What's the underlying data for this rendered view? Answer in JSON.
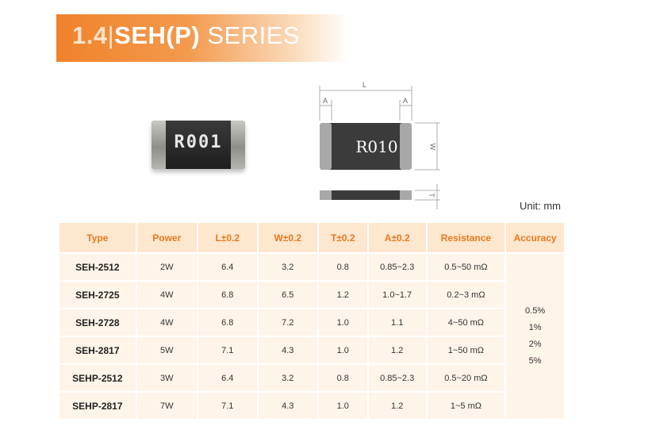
{
  "header": {
    "number": "1.4",
    "separator": "|",
    "series_bold": "SEH(P)",
    "series_rest": " SERIES",
    "accent_color": "#f0822a"
  },
  "photo": {
    "marking": "R001"
  },
  "diagram": {
    "marking": "R010",
    "label_length": "L",
    "label_a_left": "A",
    "label_a_right": "A",
    "label_width": "W",
    "label_thickness": "T"
  },
  "unit_text": "Unit: mm",
  "table": {
    "headers": [
      "Type",
      "Power",
      "L±0.2",
      "W±0.2",
      "T±0.2",
      "A±0.2",
      "Resistance",
      "Accuracy"
    ],
    "rows": [
      {
        "type": "SEH-2512",
        "power": "2W",
        "l": "6.4",
        "w": "3.2",
        "t": "0.8",
        "a": "0.85~2.3",
        "resistance": "0.5~50 mΩ"
      },
      {
        "type": "SEH-2725",
        "power": "4W",
        "l": "6.8",
        "w": "6.5",
        "t": "1.2",
        "a": "1.0~1.7",
        "resistance": "0.2~3 mΩ"
      },
      {
        "type": "SEH-2728",
        "power": "4W",
        "l": "6.8",
        "w": "7.2",
        "t": "1.0",
        "a": "1.1",
        "resistance": "4~50 mΩ"
      },
      {
        "type": "SEH-2817",
        "power": "5W",
        "l": "7.1",
        "w": "4.3",
        "t": "1.0",
        "a": "1.2",
        "resistance": "1~50 mΩ"
      },
      {
        "type": "SEHP-2512",
        "power": "3W",
        "l": "6.4",
        "w": "3.2",
        "t": "0.8",
        "a": "0.85~2.3",
        "resistance": "0.5~20 mΩ"
      },
      {
        "type": "SEHP-2817",
        "power": "7W",
        "l": "7.1",
        "w": "4.3",
        "t": "1.0",
        "a": "1.2",
        "resistance": "1~5 mΩ"
      }
    ],
    "accuracy": [
      "0.5%",
      "1%",
      "2%",
      "5%"
    ]
  }
}
